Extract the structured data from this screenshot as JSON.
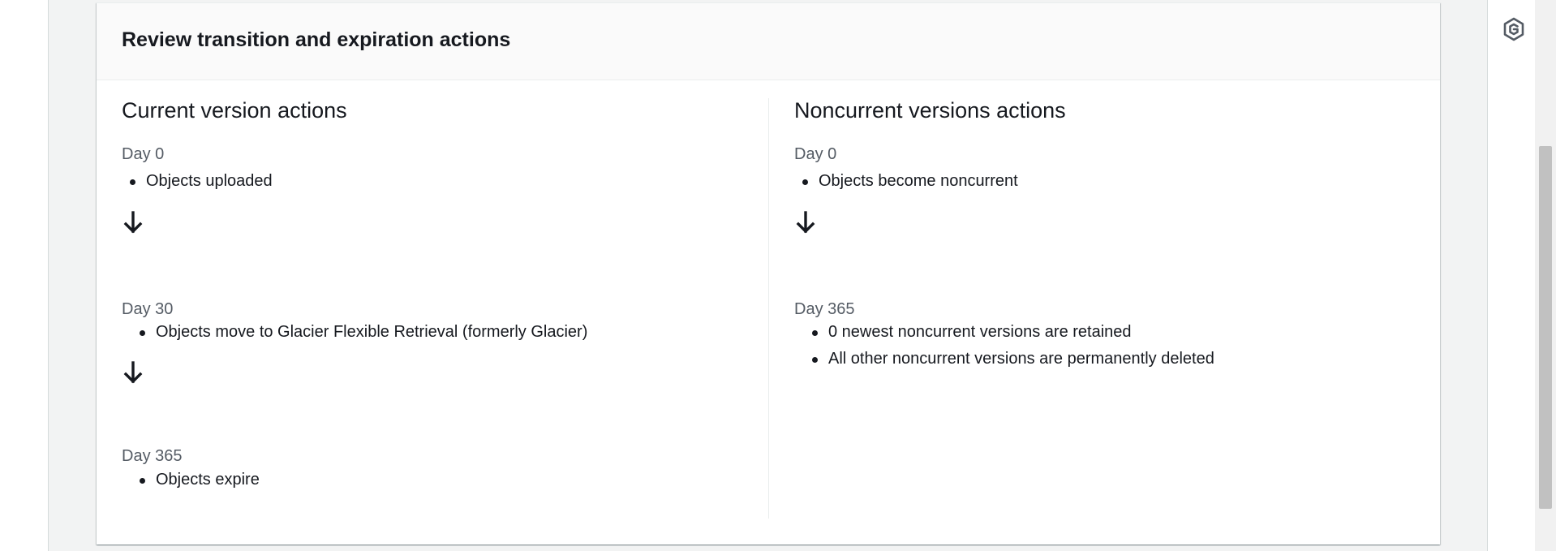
{
  "card": {
    "title": "Review transition and expiration actions"
  },
  "current": {
    "title": "Current version actions",
    "steps": [
      {
        "day": "Day 0",
        "actions": [
          "Objects uploaded"
        ]
      },
      {
        "day": "Day 30",
        "actions": [
          "Objects move to Glacier Flexible Retrieval (formerly Glacier)"
        ]
      },
      {
        "day": "Day 365",
        "actions": [
          "Objects expire"
        ]
      }
    ]
  },
  "noncurrent": {
    "title": "Noncurrent versions actions",
    "steps": [
      {
        "day": "Day 0",
        "actions": [
          "Objects become noncurrent"
        ]
      },
      {
        "day": "Day 365",
        "actions": [
          "0 newest noncurrent versions are retained",
          "All other noncurrent versions are permanently deleted"
        ]
      }
    ]
  },
  "icons": {
    "arrow": "arrow-down-icon",
    "panel": "hexagon-logo-icon"
  },
  "colors": {
    "page_background": "#f2f3f3",
    "card_header_background": "#fafafa",
    "text": "#16191f",
    "secondary_text": "#545b64",
    "divider": "#eaeded"
  }
}
